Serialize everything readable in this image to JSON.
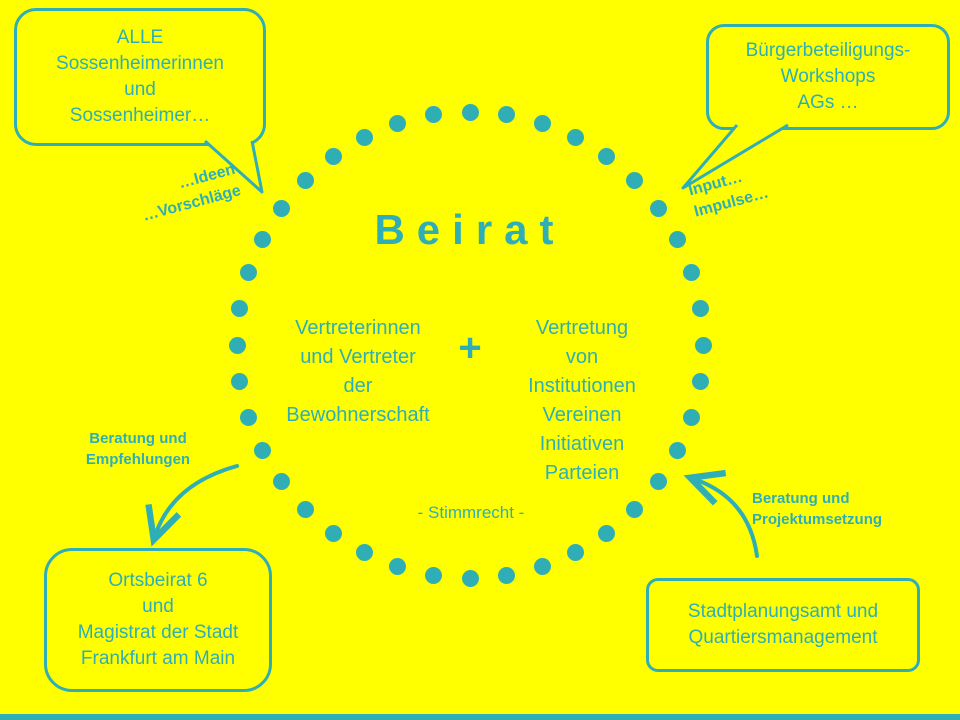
{
  "colors": {
    "background": "#FFFF00",
    "accent": "#2FAFB5"
  },
  "center": {
    "title": "Beirat",
    "plus": "+",
    "left_column": [
      "Vertreterinnen",
      "und Vertreter",
      "der",
      "Bewohnerschaft"
    ],
    "right_column": [
      "Vertretung",
      "von",
      "Institutionen",
      "Vereinen",
      "Initiativen",
      "Parteien"
    ],
    "voting_note": "- Stimmrecht -"
  },
  "speech_bubbles": {
    "top_left": [
      "ALLE",
      "Sossenheimerinnen",
      "und",
      "Sossenheimer…"
    ],
    "top_right": [
      "Bürgerbeteiligungs-",
      "Workshops",
      "AGs …"
    ]
  },
  "boxes": {
    "bottom_left": [
      "Ortsbeirat 6",
      "und",
      "Magistrat der Stadt",
      "Frankfurt am Main"
    ],
    "bottom_right": [
      "Stadtplanungsamt und",
      "Quartiersmanagement"
    ]
  },
  "annotations": {
    "top_left": [
      "…Ideen",
      "…Vorschläge"
    ],
    "top_right": [
      "Input…",
      "Impulse…"
    ],
    "bottom_left": [
      "Beratung und",
      "Empfehlungen"
    ],
    "bottom_right": [
      "Beratung und",
      "Projektumsetzung"
    ]
  }
}
